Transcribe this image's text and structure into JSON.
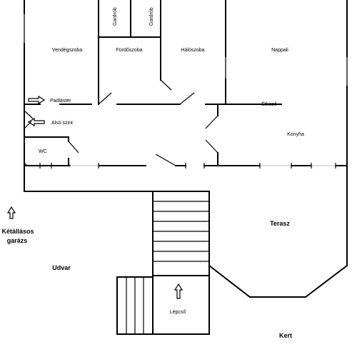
{
  "rooms": {
    "vendegszoba": "Vendégszoba",
    "gardrob1": "Gardrób",
    "gardrob2": "Gardrób",
    "furdoszoba": "Fürdőszoba",
    "haloszoba": "Hálószoba",
    "nappali": "Nappali",
    "padlaster": "Padlástér",
    "also_szint": "Alsó szint",
    "etkezo": "Étkező",
    "konyha": "Konyha",
    "wc": "WC",
    "terasz": "Terasz",
    "garazs_line1": "Kétállásos",
    "garazs_line2": "garázs",
    "udvar": "Udvar",
    "lepcso": "Lépcső",
    "kert": "Kert"
  },
  "icons": {
    "padlaster_arrow": "arrow-right-outline",
    "also_szint_arrow": "arrow-left-outline",
    "garage_arrow": "arrow-up-outline",
    "stair_arrow": "arrow-up-outline"
  }
}
